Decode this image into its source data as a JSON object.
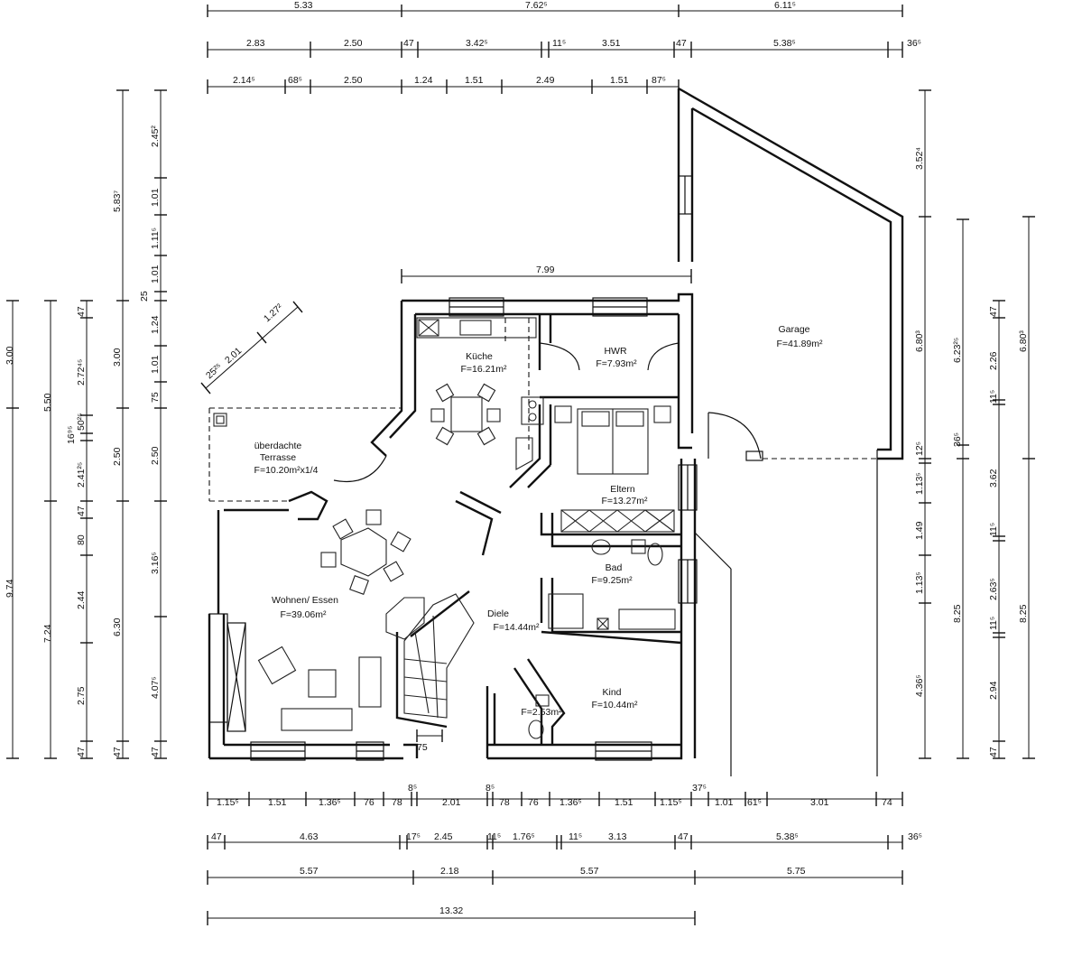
{
  "rooms": {
    "garage": {
      "name": "Garage",
      "area": "F=41.89m²"
    },
    "hwr": {
      "name": "HWR",
      "area": "F=7.93m²"
    },
    "kueche": {
      "name": "Küche",
      "area": "F=16.21m²"
    },
    "eltern": {
      "name": "Eltern",
      "area": "F=13.27m²"
    },
    "terrasse": {
      "name1": "überdachte",
      "name2": "Terrasse",
      "area": "F=10.20m²x1/4"
    },
    "bad": {
      "name": "Bad",
      "area": "F=9.25m²"
    },
    "wohnen": {
      "name": "Wohnen/ Essen",
      "area": "F=39.06m²"
    },
    "diele": {
      "name": "Diele",
      "area": "F=14.44m²"
    },
    "kind": {
      "name": "Kind",
      "area": "F=10.44m²"
    },
    "wc": {
      "area": "F=2.53m²"
    }
  },
  "dims": {
    "top1": [
      "5.33",
      "7.62⁵",
      "6.11⁵"
    ],
    "top2": [
      "2.83",
      "2.50",
      "47",
      "3.42⁵",
      "11⁵",
      "3.51",
      "47",
      "5.38⁵",
      "36⁵"
    ],
    "top3": [
      "2.14⁵",
      "68⁵",
      "2.50",
      "1.24",
      "1.51",
      "2.49",
      "1.51",
      "87⁵"
    ],
    "inner_top": "7.99",
    "bottom1": [
      "1.15⁵",
      "1.51",
      "1.36⁵",
      "76",
      "78",
      "8⁵",
      "2.01",
      "8⁵",
      "78",
      "76",
      "1.36⁵",
      "1.51",
      "1.15⁵",
      "37⁵",
      "1.01",
      "61⁵",
      "3.01",
      "74"
    ],
    "bottom2": [
      "47",
      "4.63",
      "17⁵",
      "2.45",
      "11⁵",
      "1.76⁵",
      "11⁵",
      "3.13",
      "47",
      "5.38⁵",
      "36⁵"
    ],
    "bottom3": [
      "5.57",
      "2.18",
      "5.57",
      "5.75"
    ],
    "bottom4": "13.32",
    "left_outer": [
      "3.00",
      "9.74"
    ],
    "left_2": [
      "5.50",
      "7.24"
    ],
    "left_3": [
      "47",
      "2.72⁴⁵",
      "50²⁵",
      "16⁹⁵",
      "2.41²⁵",
      "47",
      "80",
      "2.44",
      "2.75",
      "47"
    ],
    "left_4": [
      "5.83⁷",
      "3.00",
      "2.50",
      "6.30",
      "47"
    ],
    "left_5": [
      "2.45²",
      "1.01",
      "1.11⁵",
      "1.01",
      "25",
      "1.24",
      "1.01",
      "75",
      "2.50",
      "3.16⁵",
      "4.07⁵",
      "47"
    ],
    "right_1": [
      "3.52⁴",
      "6.80³",
      "12⁵",
      "1.13⁵",
      "1.49",
      "1.13⁵",
      "4.36⁵"
    ],
    "right_2": [
      "6.23²⁵",
      "36⁵",
      "8.25"
    ],
    "right_3": [
      "47",
      "2.26",
      "11⁵",
      "3.62",
      "11⁵",
      "2.63⁵",
      "11⁵",
      "2.94",
      "47"
    ],
    "right_4": [
      "6.80³",
      "8.25"
    ],
    "diag": [
      "1.27²",
      "2.01",
      "25²⁵"
    ],
    "stair": "75"
  }
}
